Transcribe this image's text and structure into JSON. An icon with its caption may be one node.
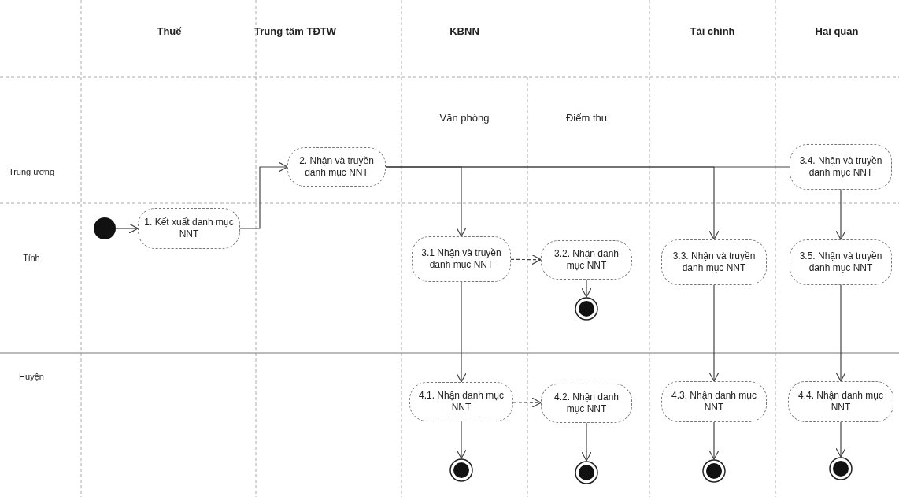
{
  "diagram": {
    "nodes": [
      {
        "text": [],
        "shape": "circle"
      },
      {
        "text": [
          "1. Kết xuất danh mục NNT"
        ]
      },
      {
        "text": [
          "2. Nhận và truyền danh mục NNT"
        ]
      },
      {
        "text": [
          "3.4. Nhận và truyền danh mục NNT"
        ]
      },
      {
        "text": [
          "3.1 Nhận và truyền danh mục NNT"
        ]
      },
      {
        "text": [
          "3.2. Nhận danh mục NNT"
        ]
      },
      {
        "text": [
          "3.3. Nhận và truyền danh mục NNT"
        ]
      },
      {
        "text": [
          "3.5. Nhận và truyền danh mục NNT"
        ]
      },
      {
        "text": [],
        "shape": "circle"
      },
      {
        "text": [
          "4.1. Nhận danh mục NNT"
        ]
      },
      {
        "text": [
          "4.2. Nhận danh mục NNT"
        ]
      },
      {
        "text": [
          "4.3. Nhận danh mục NNT"
        ]
      },
      {
        "text": [
          "4.4. Nhận danh mục NNT"
        ]
      },
      {
        "text": [],
        "shape": "circle"
      },
      {
        "text": [],
        "shape": "circle"
      },
      {
        "text": [],
        "shape": "circle"
      },
      {
        "text": [],
        "shape": "circle"
      }
    ],
    "edges": [
      {
        "from": 0,
        "to": 1,
        "arrow": "to"
      },
      {
        "from": 1,
        "to": 2,
        "arrow": "to"
      },
      {
        "from": 2,
        "to": 4,
        "arrow": "to"
      },
      {
        "from": 2,
        "to": 6,
        "arrow": "to"
      },
      {
        "from": 2,
        "to": 3,
        "arrow": "none"
      },
      {
        "from": 3,
        "to": 7,
        "arrow": "to"
      },
      {
        "from": 4,
        "to": 5,
        "arrow": "to",
        "style": "dashed"
      },
      {
        "from": 5,
        "to": 8,
        "arrow": "to"
      },
      {
        "from": 4,
        "to": 9,
        "arrow": "to"
      },
      {
        "from": 6,
        "to": 11,
        "arrow": "to"
      },
      {
        "from": 7,
        "to": 12,
        "arrow": "to"
      },
      {
        "from": 9,
        "to": 10,
        "arrow": "to",
        "style": "dashed"
      },
      {
        "from": 9,
        "to": 13,
        "arrow": "to"
      },
      {
        "from": 10,
        "to": 14,
        "arrow": "to"
      },
      {
        "from": 11,
        "to": 15,
        "arrow": "to"
      },
      {
        "from": 12,
        "to": 16,
        "arrow": "to"
      }
    ],
    "labels": [
      "Thuế",
      "Trung tâm TĐTW",
      "KBNN",
      "Tài chính",
      "Hải quan",
      "Văn phòng",
      "Điểm thu",
      "Trung ương",
      "Tỉnh",
      "Huyện"
    ]
  }
}
